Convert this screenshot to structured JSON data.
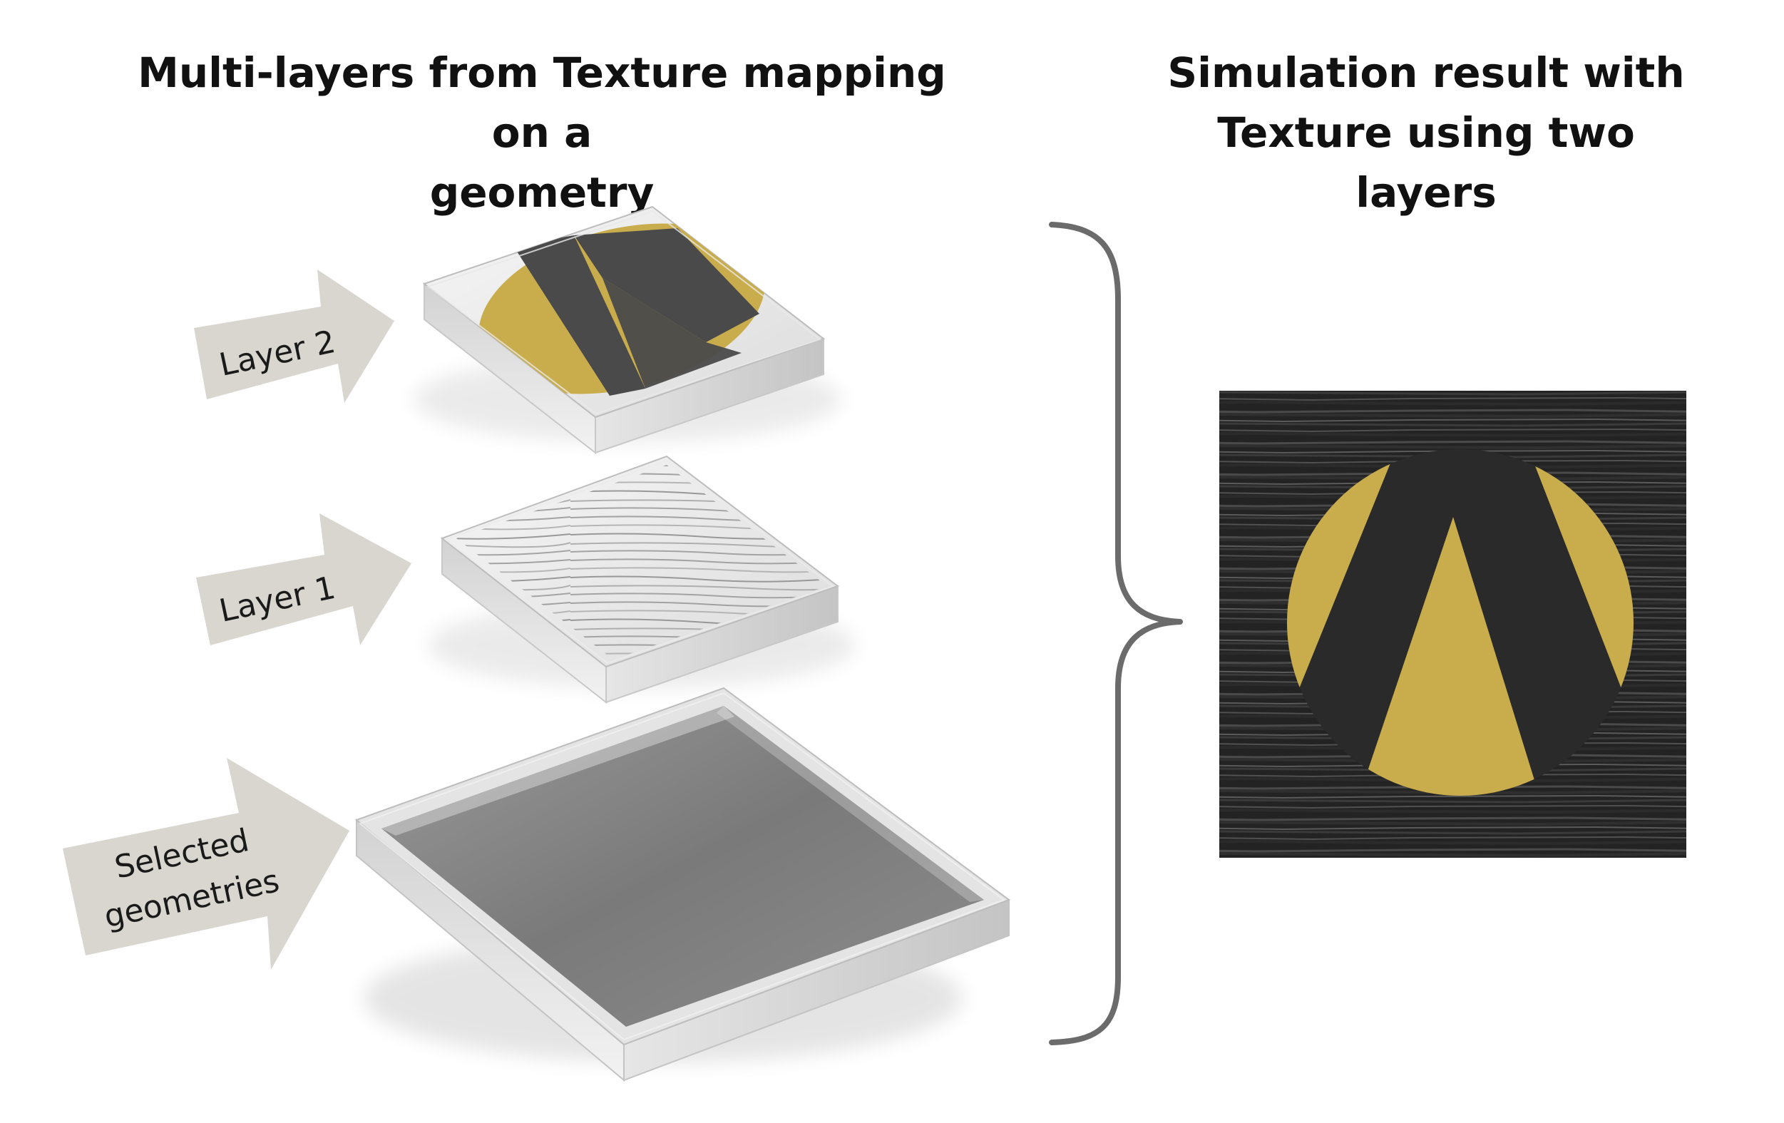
{
  "headings": {
    "left_line1": "Multi-layers from Texture mapping on a",
    "left_line2": "geometry",
    "right_line1": "Simulation result with",
    "right_line2": "Texture using two layers"
  },
  "arrows": {
    "layer2": "Layer 2",
    "layer1": "Layer 1",
    "selected_line1": "Selected",
    "selected_line2": "geometries"
  },
  "colors": {
    "gold": "#c9ad4c",
    "dark_gray": "#4b4a4a",
    "arrow_fill": "#d9d6d0",
    "brace": "#6b6b6b",
    "wood_dark": "#232323"
  },
  "icons": {
    "arrow": "block-arrow-right",
    "brace": "curly-brace-right",
    "logo": "triangle-a-logo"
  }
}
